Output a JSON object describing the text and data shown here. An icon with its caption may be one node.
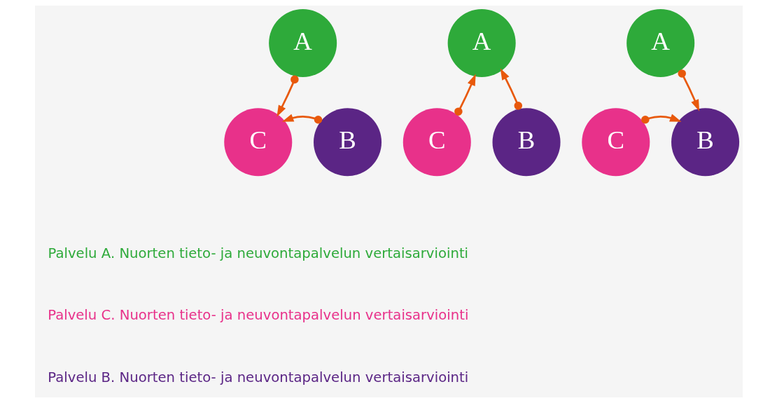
{
  "diagram": {
    "nodes": [
      {
        "text": [
          "A"
        ]
      },
      {
        "text": [
          "C"
        ]
      },
      {
        "text": [
          "B"
        ]
      },
      {
        "text": [
          "A"
        ]
      },
      {
        "text": [
          "C"
        ]
      },
      {
        "text": [
          "B"
        ]
      },
      {
        "text": [
          "A"
        ]
      },
      {
        "text": [
          "C"
        ]
      },
      {
        "text": [
          "B"
        ]
      }
    ],
    "edges": [
      {
        "from": 0,
        "to": 1,
        "arrow": "to"
      },
      {
        "from": 2,
        "to": 1,
        "arrow": "to"
      },
      {
        "from": 4,
        "to": 3,
        "arrow": "to"
      },
      {
        "from": 5,
        "to": 3,
        "arrow": "to"
      },
      {
        "from": 6,
        "to": 8,
        "arrow": "to"
      },
      {
        "from": 7,
        "to": 8,
        "arrow": "to"
      }
    ],
    "legend": [
      {
        "text": "Palvelu A. Nuorten tieto- ja neuvontapalvelun vertaisarviointi",
        "color": "#2eaa3a"
      },
      {
        "text": "Palvelu C. Nuorten tieto- ja neuvontapalvelun vertaisarviointi",
        "color": "#e8318a"
      },
      {
        "text": "Palvelu B. Nuorten tieto- ja neuvontapalvelun vertaisarviointi",
        "color": "#5b2585"
      }
    ]
  }
}
